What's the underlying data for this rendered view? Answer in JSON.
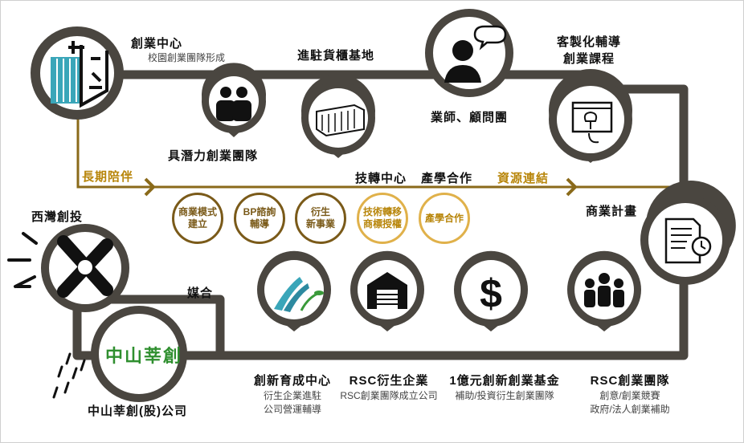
{
  "nodes": {
    "startup_center": {
      "title": "創業中心",
      "subtitle": "校園創業團隊形成"
    },
    "incubation_base": {
      "title": "進駐貨櫃基地"
    },
    "mentors": {
      "title": "業師、顧問團"
    },
    "custom_coaching": {
      "title_line1": "客製化輔導",
      "title_line2": "創業課程"
    },
    "potential_teams": {
      "title": "具潛力創業團隊"
    },
    "business_plan": {
      "title": "商業計畫"
    },
    "xiwan": {
      "title": "西灣創投"
    },
    "zhongshan_company": {
      "title": "中山莘創(股)公司",
      "logo_text": "中山莘創"
    },
    "matchmaking": {
      "title": "媒合"
    },
    "innovation_incubation": {
      "title": "創新育成中心",
      "sub_line1": "衍生企業進駐",
      "sub_line2": "公司營運輔導"
    },
    "rsc_spinoff": {
      "title": "RSC衍生企業",
      "subtitle": "RSC創業團隊成立公司"
    },
    "fund": {
      "title": "1億元創新創業基金",
      "subtitle": "補助/投資衍生創業團隊"
    },
    "rsc_team": {
      "title": "RSC創業團隊",
      "sub_line1": "創意/創業競賽",
      "sub_line2": "政府/法人創業補助"
    }
  },
  "flow": {
    "long_term": "長期陪伴",
    "resource_link": "資源連結",
    "tech_center": "技轉中心",
    "industry_academia": "產學合作"
  },
  "services": [
    {
      "line1": "商業模式",
      "line2": "建立",
      "style": "brown"
    },
    {
      "line1": "BP諮詢",
      "line2": "輔導",
      "style": "brown"
    },
    {
      "line1": "衍生",
      "line2": "新事業",
      "style": "brown"
    },
    {
      "line1": "技術轉移",
      "line2": "商標授權",
      "style": "amber"
    },
    {
      "line1": "產學合作",
      "line2": "",
      "style": "amber"
    }
  ],
  "colors": {
    "track": "#4a4640",
    "gold": "#b8860b",
    "brown": "#7a5a19",
    "amber": "#e0b14a",
    "teal": "#3aa6b9",
    "green": "#3a9a3a"
  }
}
